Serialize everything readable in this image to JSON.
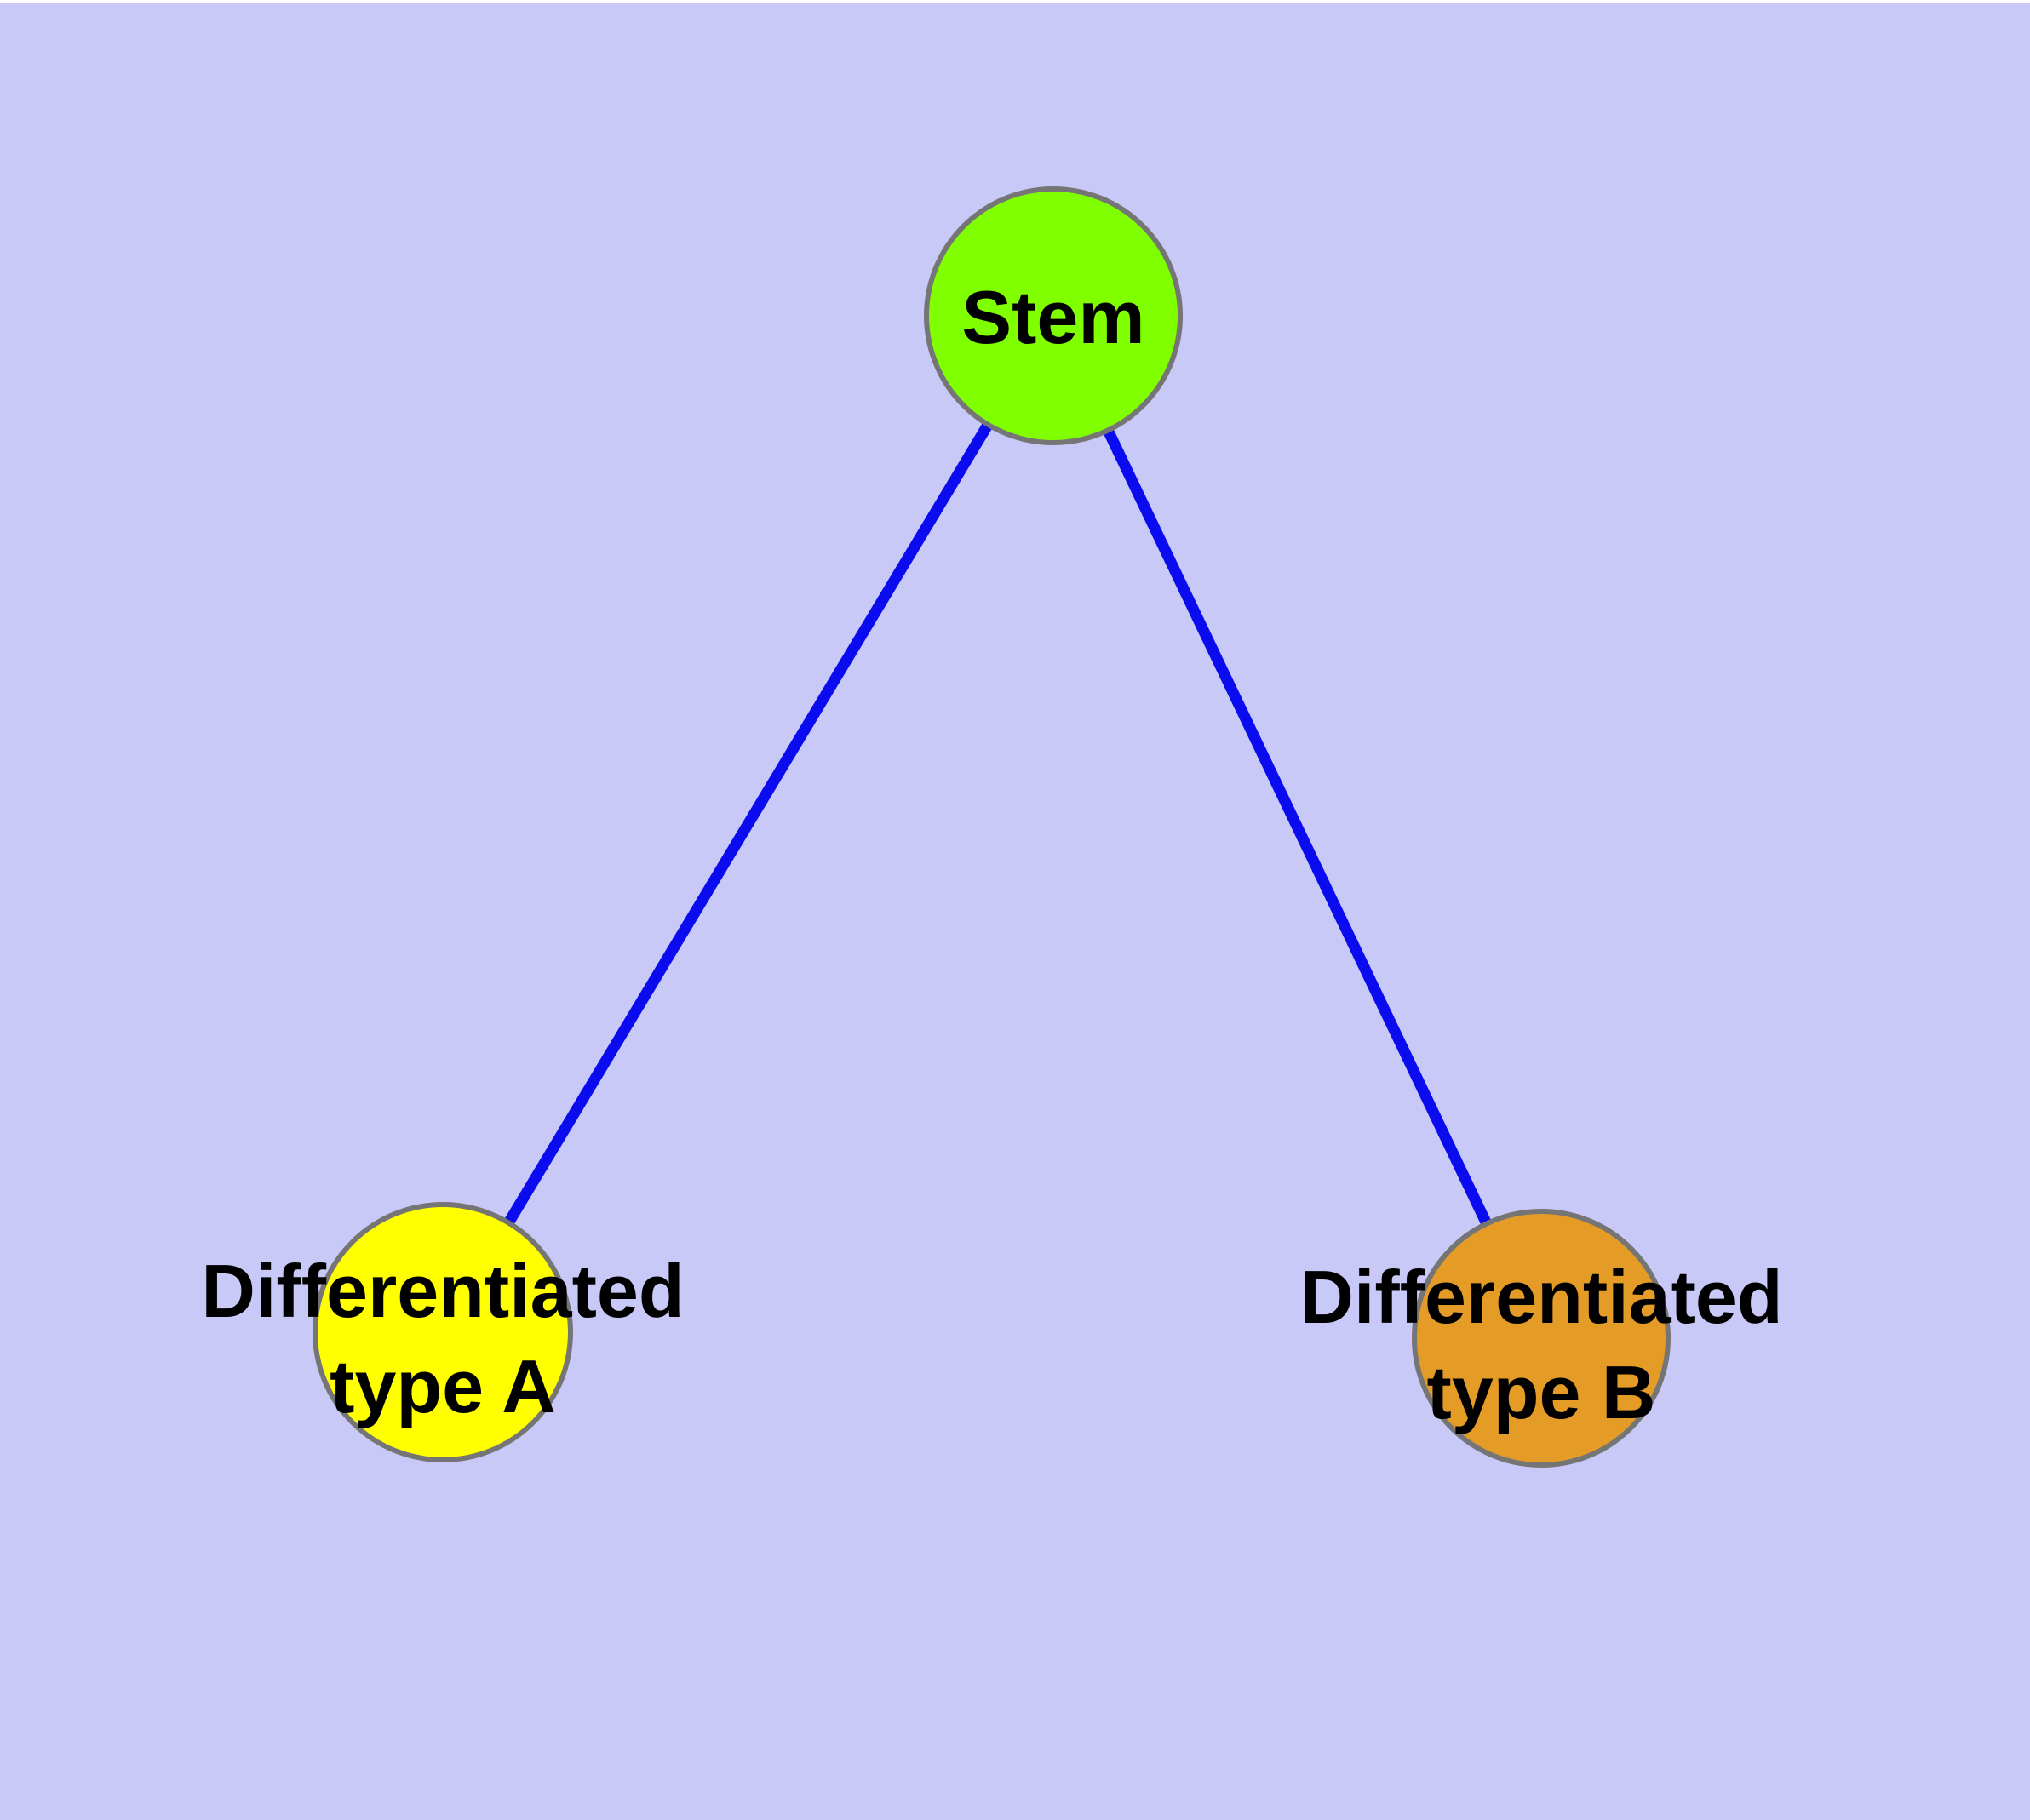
{
  "diagram": {
    "type": "graph",
    "background_color": "#c9c9f8",
    "top_strip_color": "#ffffff",
    "edge_color": "#0b0bf0",
    "node_border_color": "#757575",
    "label_color": "#000000",
    "nodes": {
      "stem": {
        "label": "Stem",
        "fill": "#7fff00"
      },
      "type_a": {
        "label_line1": "Differentiated",
        "label_line2": "type A",
        "fill": "#ffff00"
      },
      "type_b": {
        "label_line1": "Differentiated",
        "label_line2": "type B",
        "fill": "#e49c27"
      }
    },
    "edges": [
      {
        "name": "stem-to-type-a",
        "from": "Stem",
        "to": "Differentiated type A"
      },
      {
        "name": "stem-to-type-b",
        "from": "Stem",
        "to": "Differentiated type B"
      }
    ]
  }
}
